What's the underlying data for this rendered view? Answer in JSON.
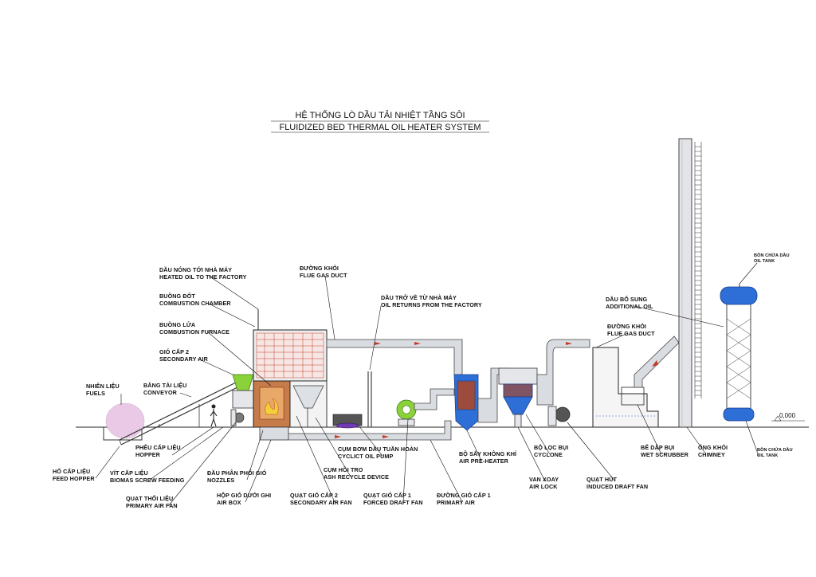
{
  "title": {
    "vi": "HỆ THỐNG LÒ DẦU TẢI NHIỆT TẦNG SÔI",
    "en": "FLUIDIZED BED THERMAL OIL HEATER SYSTEM"
  },
  "elevation": "0,000",
  "labels": {
    "fuels": [
      "NHIÊN LIỆU",
      "FUELS"
    ],
    "conveyor": [
      "BĂNG TẢI LIỆU",
      "CONVEYOR"
    ],
    "feed_hopper": [
      "HỐ CẤP LIỆU",
      "FEED HOPPER"
    ],
    "hopper": [
      "PHỄU CẤP LIỆU",
      "HOPPER"
    ],
    "screw": [
      "VÍT CẤP LIỆU",
      "BIOMAS SCREW FEEDING"
    ],
    "primary_air_fan": [
      "QUẠT THỔI LIỆU",
      "PRIMARY AIR FAN"
    ],
    "nozzles": [
      "ĐẦU PHÂN PHỐI GIÓ",
      "NOZZLES"
    ],
    "air_box": [
      "HỘP GIÓ DƯỚI GHI",
      "AIR BOX"
    ],
    "secondary_air_fan": [
      "QUẠT GIÓ CẤP 2",
      "SECONDARY AIR FAN"
    ],
    "forced_draft_fan": [
      "QUẠT GIÓ CẤP 1",
      "FORCED DRAFT FAN"
    ],
    "primary_air": [
      "ĐƯỜNG GIÓ CẤP 1",
      "PRIMARY AIR"
    ],
    "ash_recycle": [
      "CỤM HỒI TRO",
      "ASH RECYCLE DEVICE"
    ],
    "oil_pump": [
      "CỤM BƠM DẦU TUẦN HOÀN",
      "CYCLICT OIL PUMP"
    ],
    "air_preheater": [
      "BỘ SẤY KHÔNG KHÍ",
      "AIR PRE-HEATER"
    ],
    "air_lock": [
      "VAN XOAY",
      "AIR LOCK"
    ],
    "cyclone": [
      "BỘ LỌC BỤI",
      "CYCLONE"
    ],
    "induced_fan": [
      "QUẠT HÚT",
      "INDUCED DRAFT FAN"
    ],
    "wet_scrubber": [
      "BỂ DẬP BỤI",
      "WET SCRUBBER"
    ],
    "chimney": [
      "ỐNG KHÓI",
      "CHIMNEY"
    ],
    "oil_tank_bottom": [
      "BỒN CHỨA DẦU",
      "OIL TANK"
    ],
    "oil_tank_top": [
      "BỒN CHỨA DẦU",
      "OIL TANK"
    ],
    "additional_oil": [
      "DẦU BỔ SUNG",
      "ADDITIONAL OIL"
    ],
    "flue_gas_duct_right": [
      "ĐƯỜNG KHÓI",
      "FLUE GAS DUCT"
    ],
    "flue_gas_duct_top": [
      "ĐƯỜNG KHÓI",
      "FLUE GAS DUCT"
    ],
    "oil_returns": [
      "DẦU TRỞ VỀ TỪ NHÀ MÁY",
      "OIL RETURNS FROM THE FACTORY"
    ],
    "heated_oil": [
      "DẦU NÓNG TỚI NHÀ MÁY",
      "HEATED OIL TO THE FACTORY"
    ],
    "combustion_chamber": [
      "BUỒNG ĐỐT",
      "COMBUSTION CHAMBER"
    ],
    "combustion_furnace": [
      "BUỒNG LỬA",
      "COMBUSTION FURNACE"
    ],
    "secondary_air": [
      "GIÓ CẤP 2",
      "SECONDARY AIR"
    ]
  }
}
